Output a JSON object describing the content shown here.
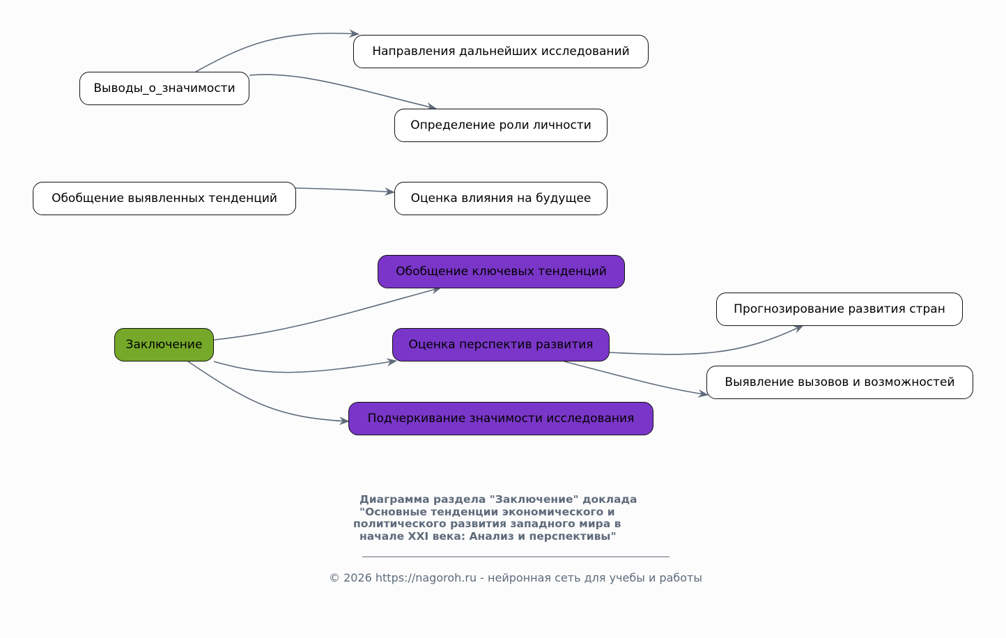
{
  "diagram": {
    "nodes": {
      "conclusions": "Выводы_о_значимости",
      "future_research": "Направления дальнейших исследований",
      "personality_role": "Определение роли личности",
      "generalization_trends": "Обобщение выявленных тенденций",
      "impact_future": "Оценка влияния на будущее",
      "key_trends": "Обобщение ключевых тенденций",
      "conclusion": "Заключение",
      "forecasting": "Прогнозирование развития стран",
      "prospects": "Оценка перспектив развития",
      "challenges": "Выявление вызовов и возможностей",
      "significance": "Подчеркивание значимости исследования"
    },
    "edges": [
      {
        "from": "conclusions",
        "to": "future_research"
      },
      {
        "from": "conclusions",
        "to": "personality_role"
      },
      {
        "from": "generalization_trends",
        "to": "impact_future"
      },
      {
        "from": "conclusion",
        "to": "key_trends"
      },
      {
        "from": "conclusion",
        "to": "prospects"
      },
      {
        "from": "conclusion",
        "to": "significance"
      },
      {
        "from": "prospects",
        "to": "forecasting"
      },
      {
        "from": "prospects",
        "to": "challenges"
      }
    ],
    "colors": {
      "edge": "#5f6b7a",
      "node_fill": "#ffffff",
      "section_fill": "#7a36c8",
      "root_fill": "#76a92a",
      "caption": "#5f6b7a"
    }
  },
  "caption": {
    "line1": "Диаграмма раздела \"Заключение\" доклада",
    "line2": "\"Основные тенденции экономического и",
    "line3": "политического развития западного мира в",
    "line4": "начале XXI века: Анализ и перспективы\""
  },
  "footer": {
    "text": "© 2026 https://nagoroh.ru - нейронная сеть для учебы и работы"
  }
}
